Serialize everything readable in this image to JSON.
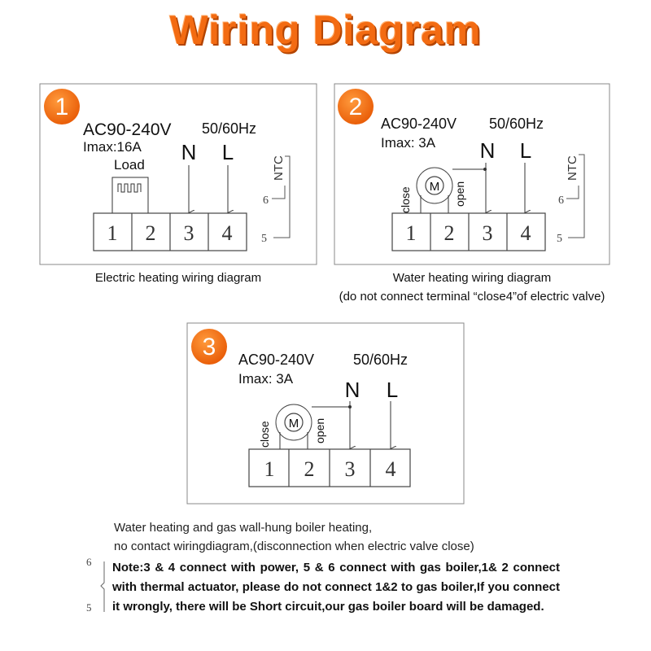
{
  "title": "Wiring Diagram",
  "diagram1": {
    "badge": "1",
    "voltage": "AC90-240V",
    "freq": "50/60Hz",
    "imax": "Imax:16A",
    "load": "Load",
    "n": "N",
    "l": "L",
    "ntc": "NTC",
    "side6": "6",
    "side5": "5",
    "terminals": [
      "1",
      "2",
      "3",
      "4"
    ],
    "caption": "Electric heating wiring diagram"
  },
  "diagram2": {
    "badge": "2",
    "voltage": "AC90-240V",
    "freq": "50/60Hz",
    "imax": "Imax: 3A",
    "n": "N",
    "l": "L",
    "motor": "M",
    "close": "close",
    "open": "open",
    "ntc": "NTC",
    "side6": "6",
    "side5": "5",
    "terminals": [
      "1",
      "2",
      "3",
      "4"
    ],
    "caption": "Water heating wiring diagram",
    "caption2": "(do not connect terminal “close4”of electric valve)"
  },
  "diagram3": {
    "badge": "3",
    "voltage": "AC90-240V",
    "freq": "50/60Hz",
    "imax": "Imax: 3A",
    "n": "N",
    "l": "L",
    "motor": "M",
    "close": "close",
    "open": "open",
    "terminals": [
      "1",
      "2",
      "3",
      "4"
    ]
  },
  "notes": {
    "line1": "Water heating and gas wall-hung boiler heating,",
    "line2": "no contact wiringdiagram,(disconnection when electric valve close)",
    "side6": "6",
    "side5": "5",
    "bold": "Note:3 & 4 connect with power, 5 & 6 connect with gas boiler,1& 2 connect with thermal actuator, please do not connect 1&2 to gas boiler,If you connect it wrongly, there will be Short circuit,our gas boiler board will be    damaged."
  },
  "colors": {
    "accent": "#f36b12",
    "line": "#333333"
  }
}
